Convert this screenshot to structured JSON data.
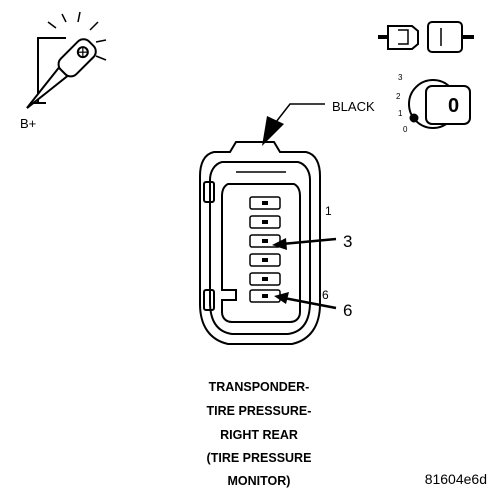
{
  "test_icon": {
    "supply_label": "B+"
  },
  "connector": {
    "color_label": "BLACK",
    "pin_label_1": "1",
    "pin_label_6": "6",
    "callout_3": "3",
    "callout_6": "6"
  },
  "ignition_switch": {
    "position_3": "3",
    "position_2": "2",
    "position_1": "1",
    "position_0": "0",
    "key_label": "0"
  },
  "caption": {
    "line1": "TRANSPONDER-",
    "line2": "TIRE PRESSURE-",
    "line3": "RIGHT REAR",
    "line4": "(TIRE PRESSURE",
    "line5": "MONITOR)"
  },
  "figure_id": "81604e6d"
}
